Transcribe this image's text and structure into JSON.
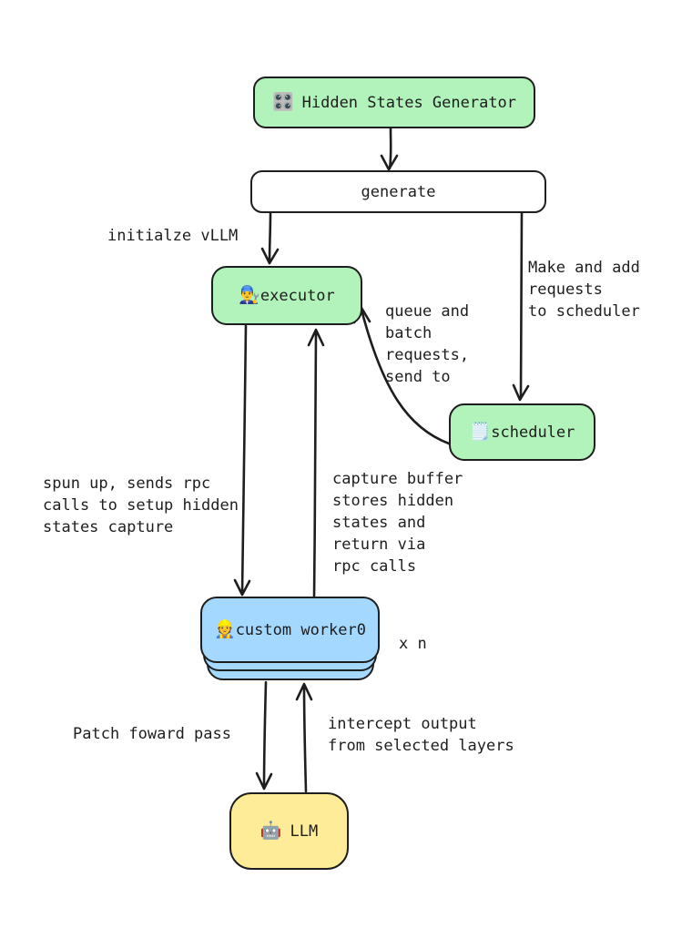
{
  "nodes": {
    "hsg": {
      "icon": "🎛️",
      "label": "Hidden States Generator"
    },
    "generate": {
      "label": "generate"
    },
    "executor": {
      "icon": "👨‍🔧",
      "label": "executor"
    },
    "scheduler": {
      "icon": "🗒️",
      "label": "scheduler"
    },
    "worker": {
      "icon": "👷",
      "label": "custom worker0"
    },
    "llm": {
      "icon": "🤖",
      "label": "LLM"
    }
  },
  "labels": {
    "init_vllm": "initialze vLLM",
    "make_requests": "Make and add\nrequests\nto scheduler",
    "queue_batch": "queue and\nbatch\nrequests,\nsend to",
    "spun_up": "spun up, sends rpc\ncalls to setup hidden\nstates capture",
    "capture_buffer": "capture buffer\nstores hidden\nstates and\nreturn via\nrpc calls",
    "worker_multiplier": "x n",
    "patch_forward": "Patch foward pass",
    "intercept": "intercept output\nfrom selected layers"
  },
  "colors": {
    "node_green": "#b2f2bb",
    "node_blue": "#a5d8ff",
    "node_yellow": "#ffec99",
    "node_white": "#ffffff",
    "stroke": "#1e1e1e",
    "background": "#ffffff"
  }
}
